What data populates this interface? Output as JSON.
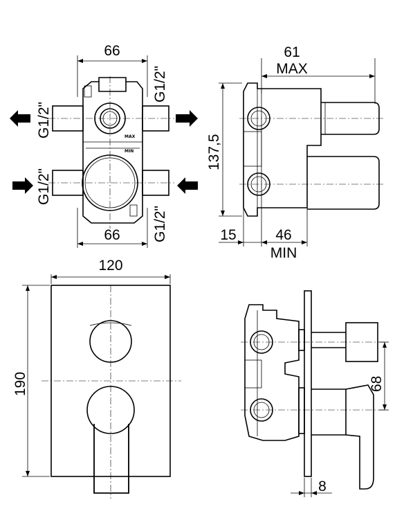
{
  "top_left": {
    "width_top": "66",
    "width_bottom": "66",
    "thread_top_left": "G1/2\"",
    "thread_top_right": "G1/2\"",
    "thread_bottom_left": "G1/2\"",
    "thread_bottom_right": "G1/2\"",
    "mark_max": "MAX",
    "mark_min": "MIN"
  },
  "top_right": {
    "depth_max_value": "61",
    "depth_max_label": "MAX",
    "height": "137,5",
    "offset": "15",
    "depth_min_value": "46",
    "depth_min_label": "MIN"
  },
  "bottom_left": {
    "plate_width": "120",
    "plate_height": "190"
  },
  "bottom_right": {
    "spacing": "68",
    "plate_thickness": "8"
  }
}
